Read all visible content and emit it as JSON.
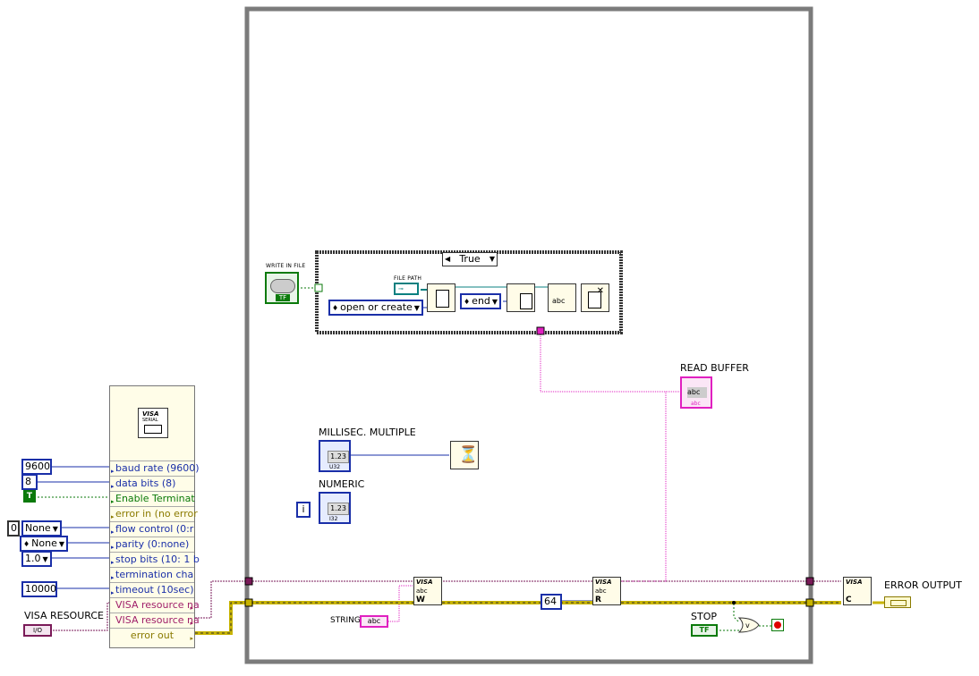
{
  "case_selector": {
    "value": "True"
  },
  "labels": {
    "write_in_file": "WRITE IN FILE",
    "file_path": "FILE PATH",
    "read_buffer": "READ BUFFER",
    "millisec_multiple": "MILLISEC. MULTIPLE",
    "numeric": "NUMERIC",
    "visa_resource": "VISA RESOURCE",
    "string": "STRING",
    "stop": "STOP",
    "error_output": "ERROR OUTPUT"
  },
  "constants": {
    "open_or_create": "open or create",
    "end": "end",
    "baud": "9600",
    "data_bits": "8",
    "enable_term": "T",
    "zero": "0",
    "flow_none": "None",
    "parity_none": "None",
    "stop_bits": "1.0",
    "timeout": "10000",
    "read_count": "64",
    "tf": "TF",
    "io": "I/O",
    "abc": "abc",
    "num_123": "1.23",
    "i": "i",
    "i32": "I32",
    "u32": "U32"
  },
  "property_node": {
    "rows": [
      {
        "label": "baud rate (9600)",
        "kind": "num"
      },
      {
        "label": "data bits (8)",
        "kind": "num"
      },
      {
        "label": "Enable Terminat",
        "kind": "bool"
      },
      {
        "label": "error in (no error",
        "kind": "err"
      },
      {
        "label": "flow control (0:r",
        "kind": "num"
      },
      {
        "label": "parity (0:none)",
        "kind": "num"
      },
      {
        "label": "stop bits (10: 1 b",
        "kind": "num"
      },
      {
        "label": "termination cha",
        "kind": "num"
      },
      {
        "label": "timeout (10sec)",
        "kind": "num"
      },
      {
        "label": "VISA resource na",
        "kind": "visa"
      },
      {
        "label": "VISA resource na",
        "kind": "visa"
      },
      {
        "label": "error out",
        "kind": "err"
      }
    ]
  },
  "icons": {
    "visa_serial": "VISA",
    "serial_sub": "SERIAL",
    "visa_write": "VISA",
    "visa_read": "VISA",
    "visa_close": "VISA",
    "write_mark": "W",
    "read_mark": "R",
    "close_mark": "C"
  },
  "colors": {
    "numeric_wire": "#1a2fa8",
    "string_wire": "#e020c0",
    "boolean_wire": "#0b7a0b",
    "error_wire": "#c8b400",
    "visa_wire": "#7a1a58",
    "frame": "#7b7b7b"
  }
}
